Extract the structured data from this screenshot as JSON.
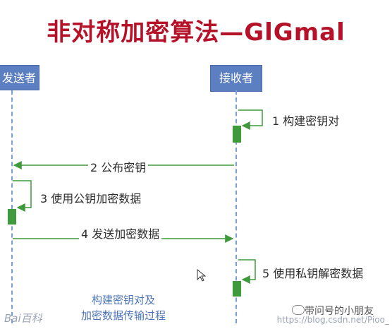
{
  "title": "非对称加密算法—GlGmal",
  "actors": {
    "sender": "发送者",
    "receiver": "接收者"
  },
  "messages": [
    {
      "id": "m1",
      "text": "1 构建密钥对"
    },
    {
      "id": "m2",
      "text": "2 公布密钥"
    },
    {
      "id": "m3",
      "text": "3 使用公钥加密数据"
    },
    {
      "id": "m4",
      "text": "4 发送加密数据"
    },
    {
      "id": "m5",
      "text": "5 使用私钥解密数据"
    }
  ],
  "caption": {
    "line1": "构建密钥对及",
    "line2": "加密数据传输过程"
  },
  "watermarks": {
    "baidu": "Bai百科",
    "wechat": "带问号的小朋友",
    "url": "https://blog.csdn.net/Pioo_"
  },
  "colors": {
    "title": "#b5122a",
    "actor": "#5b7fc0",
    "arrow": "#3e9a3a",
    "activation": "#3e9a3a",
    "lifeline": "#7aa0d6",
    "caption": "#4a74b8"
  },
  "icons": {
    "cursor": "mouse-cursor-icon",
    "wechat": "wechat-icon"
  }
}
